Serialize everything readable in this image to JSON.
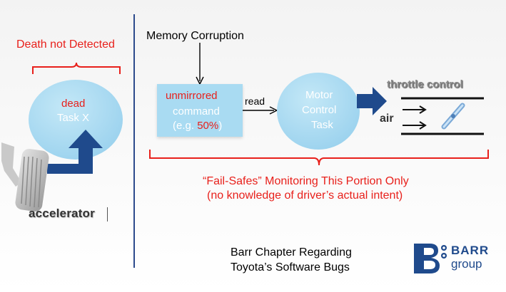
{
  "left_panel": {
    "death_label": "Death not Detected",
    "ellipse_line1": "dead",
    "ellipse_line2": "Task X",
    "accelerator_label": "accelerator"
  },
  "right_panel": {
    "memory_label": "Memory Corruption",
    "command_line1": "unmirrored",
    "command_line2": "command",
    "command_line3_prefix": "(e.g. ",
    "command_line3_value": "50%",
    "command_line3_suffix": ")",
    "read_label": "read",
    "motor_line1": "Motor",
    "motor_line2": "Control",
    "motor_line3": "Task",
    "throttle_label": "throttle control",
    "air_label": "air",
    "failsafe_line1": "“Fail-Safes” Monitoring This Portion Only",
    "failsafe_line2": "(no knowledge of driver’s actual intent)"
  },
  "footer": {
    "caption_line1": "Barr Chapter Regarding",
    "caption_line2": "Toyota’s Software Bugs"
  },
  "logo": {
    "word1": "BARR",
    "word2": "group"
  },
  "colors": {
    "red": "#e8201b",
    "ellipse_blue": "#a9dbf2",
    "box_blue": "#a9dbf2",
    "arrow_navy": "#1f4a8c",
    "divider_blue": "#2c4a8c"
  }
}
